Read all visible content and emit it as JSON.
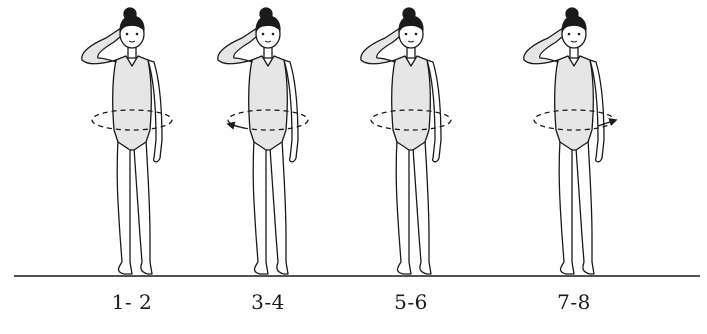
{
  "diagram": {
    "steps": [
      {
        "label": "1- 2",
        "hip_arrow": "none"
      },
      {
        "label": "3-4",
        "hip_arrow": "left"
      },
      {
        "label": "5-6",
        "hip_arrow": "none"
      },
      {
        "label": "7-8",
        "hip_arrow": "right"
      }
    ]
  },
  "colors": {
    "ink": "#1a1a1a",
    "fill": "#e6e6e6",
    "background": "#ffffff"
  }
}
